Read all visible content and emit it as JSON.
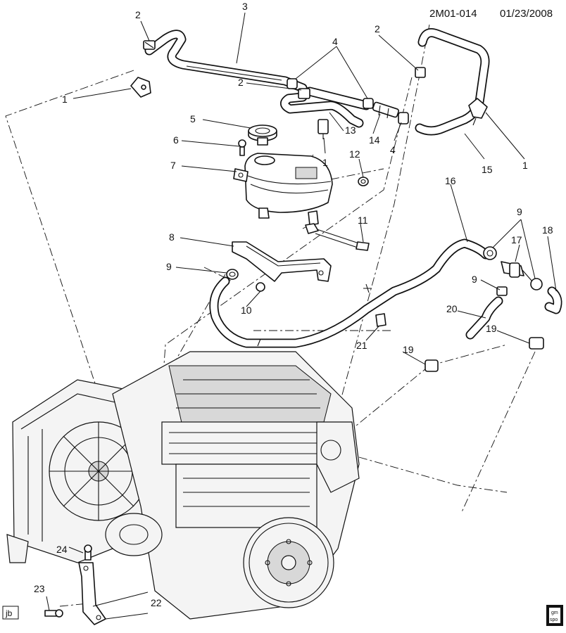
{
  "drawing": {
    "id": "2M01-014",
    "date": "01/23/2008"
  },
  "corner_tags": {
    "left": "jb",
    "right_top": "gm",
    "right_bottom": "spo"
  },
  "callouts": [
    {
      "n": "1"
    },
    {
      "n": "2"
    },
    {
      "n": "3"
    },
    {
      "n": "2"
    },
    {
      "n": "4"
    },
    {
      "n": "2"
    },
    {
      "n": "5"
    },
    {
      "n": "6"
    },
    {
      "n": "7"
    },
    {
      "n": "13"
    },
    {
      "n": "14"
    },
    {
      "n": "4"
    },
    {
      "n": "1"
    },
    {
      "n": "15"
    },
    {
      "n": "1"
    },
    {
      "n": "12"
    },
    {
      "n": "16"
    },
    {
      "n": "11"
    },
    {
      "n": "8"
    },
    {
      "n": "9"
    },
    {
      "n": "10"
    },
    {
      "n": "9"
    },
    {
      "n": "17"
    },
    {
      "n": "18"
    },
    {
      "n": "9"
    },
    {
      "n": "20"
    },
    {
      "n": "19"
    },
    {
      "n": "21"
    },
    {
      "n": "19"
    },
    {
      "n": "24"
    },
    {
      "n": "23"
    },
    {
      "n": "22"
    }
  ]
}
